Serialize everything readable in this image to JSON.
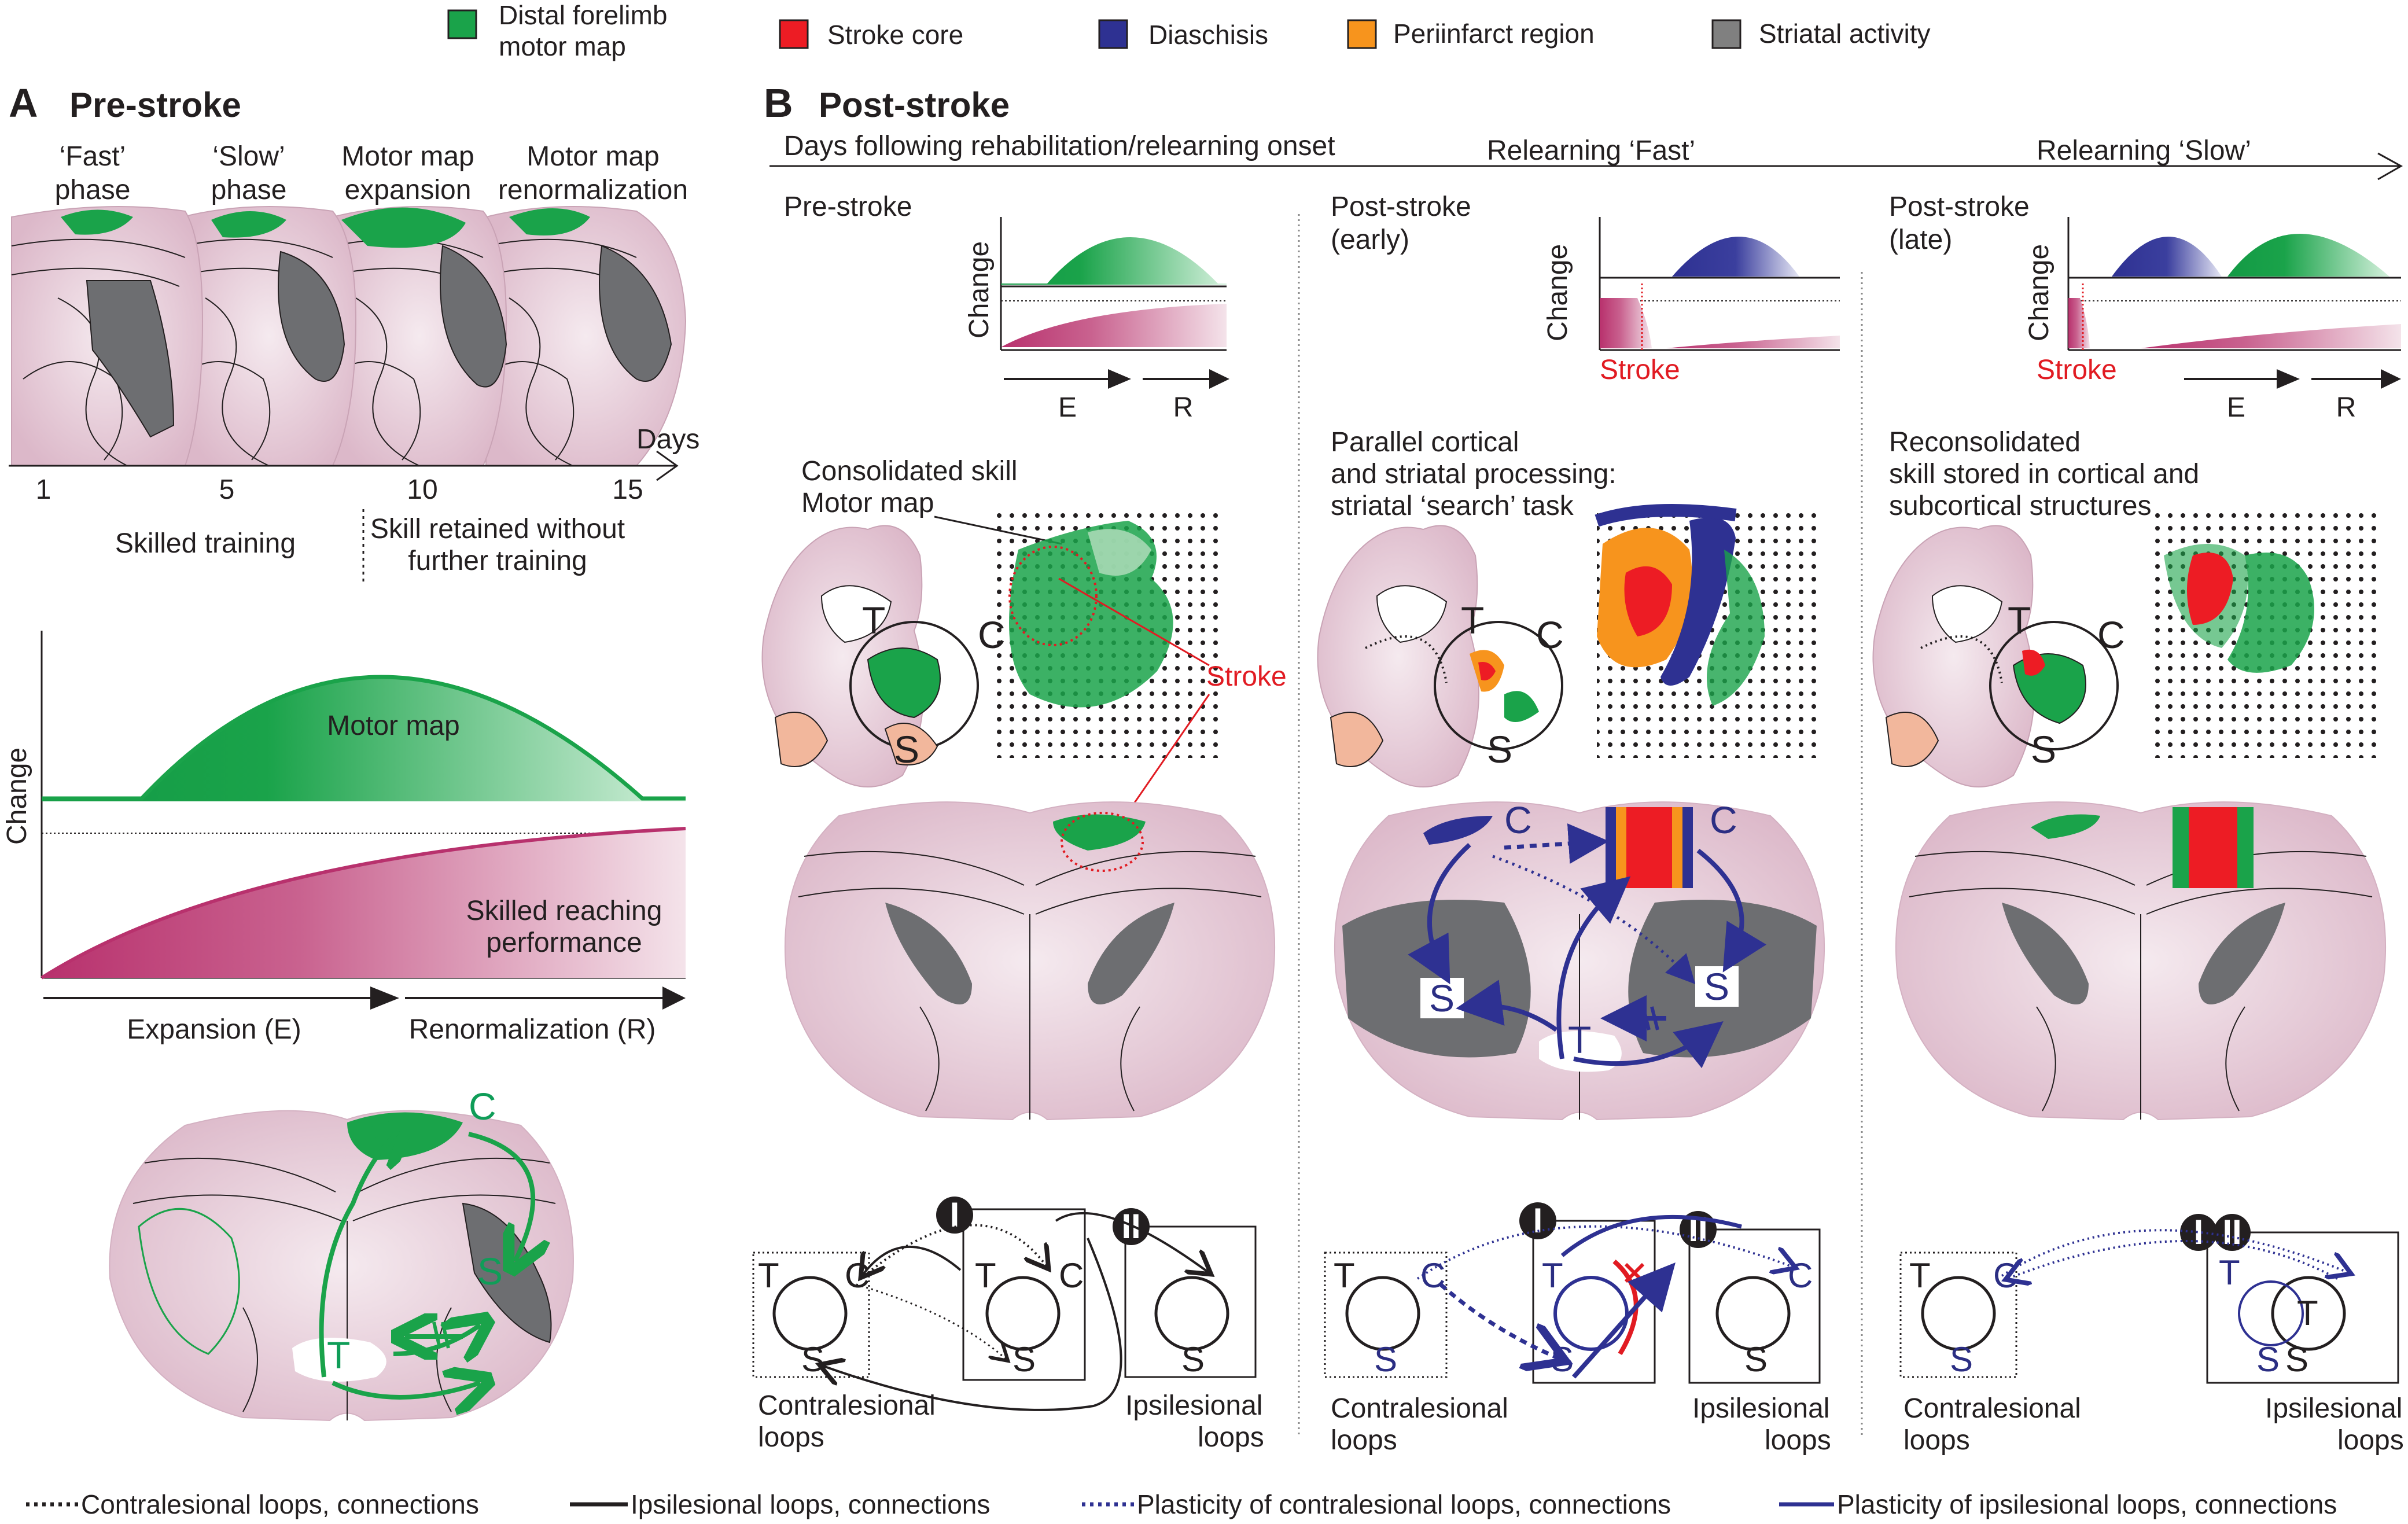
{
  "legend": {
    "distal_forelimb": "Distal forelimb",
    "motor_map": "motor map",
    "stroke_core": "Stroke core",
    "diaschisis": "Diaschisis",
    "periinfarct": "Periinfarct region",
    "striatal": "Striatal activity"
  },
  "colors": {
    "motor_map": "#1aa34a",
    "stroke_core": "#ed1c24",
    "diaschisis": "#2e3192",
    "periinfarct": "#f7941d",
    "striatal": "#808080",
    "brain": "#e8d0dc",
    "performance": "#b8437a",
    "plasticity": "#2e3192"
  },
  "panel_a": {
    "letter": "A",
    "title": "Pre-stroke",
    "phases": [
      {
        "line1": "‘Fast’",
        "line2": "phase"
      },
      {
        "line1": "‘Slow’",
        "line2": "phase"
      },
      {
        "line1": "Motor map",
        "line2": "expansion"
      },
      {
        "line1": "Motor map",
        "line2": "renormalization"
      }
    ],
    "days_label": "Days",
    "days": [
      "1",
      "5",
      "10",
      "15"
    ],
    "skilled_training": "Skilled training",
    "retained_1": "Skill retained without",
    "retained_2": "further training",
    "change_label": "Change",
    "motor_map_curve": "Motor map",
    "performance_1": "Skilled reaching",
    "performance_2": "performance",
    "expansion": "Expansion (E)",
    "renormalization": "Renormalization (R)",
    "node_c": "C",
    "node_s": "S",
    "node_t": "T"
  },
  "panel_b": {
    "letter": "B",
    "title": "Post-stroke",
    "timeline": "Days following rehabilitation/relearning onset",
    "relearning_fast": "Relearning ‘Fast’",
    "relearning_slow": "Relearning ‘Slow’",
    "col1_title": "Pre-stroke",
    "col2_title_1": "Post-stroke",
    "col2_title_2": "(early)",
    "col3_title_1": "Post-stroke",
    "col3_title_2": "(late)",
    "change_label": "Change",
    "stroke_label": "Stroke",
    "e_label": "E",
    "r_label": "R",
    "col1_desc_1": "Consolidated skill",
    "col1_desc_2": "Motor map",
    "col1_stroke": "Stroke",
    "col2_desc_1": "Parallel cortical",
    "col2_desc_2": "and striatal processing:",
    "col2_desc_3": "striatal ‘search’ task",
    "col3_desc_1": "Reconsolidated",
    "col3_desc_2": "skill stored in cortical and",
    "col3_desc_3": "subcortical structures",
    "node_t": "T",
    "node_c": "C",
    "node_s": "S",
    "loop_i": "I",
    "loop_ii": "II",
    "contralesional": "Contralesional",
    "ipsilesional": "Ipsilesional",
    "loops": "loops"
  },
  "footer": {
    "contra": "Contralesional loops, connections",
    "ipsi": "Ipsilesional loops, connections",
    "plast_contra": "Plasticity of contralesional loops, connections",
    "plast_ipsi": "Plasticity of ipsilesional loops, connections"
  }
}
